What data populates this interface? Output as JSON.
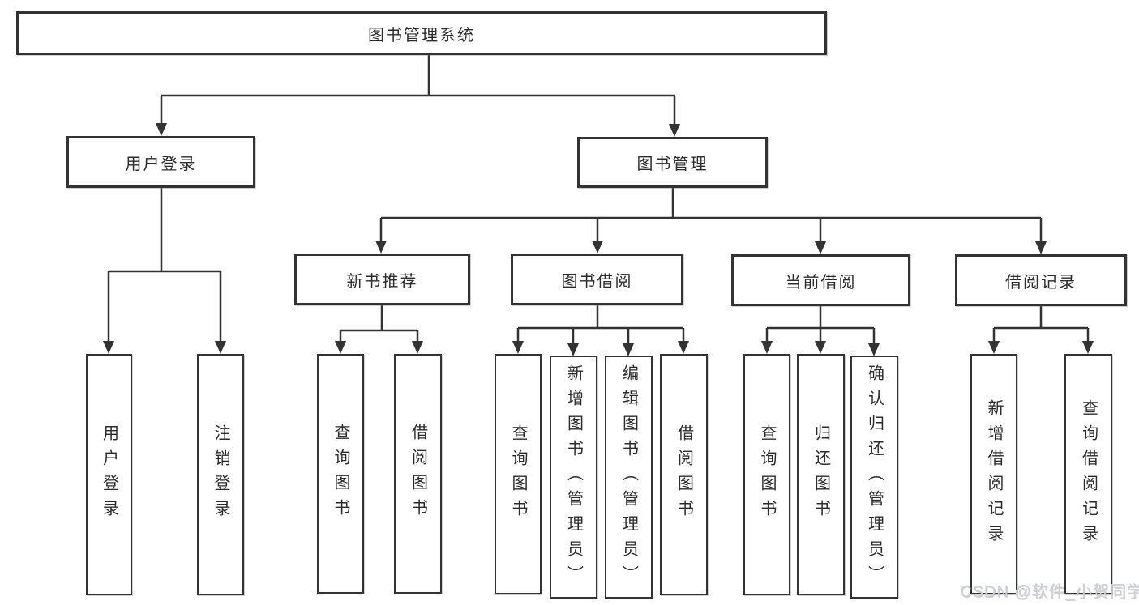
{
  "diagram": {
    "nodes": {
      "root": "图书管理系统",
      "user_login": "用户登录",
      "book_mgmt": "图书管理",
      "new_book_rec": "新书推荐",
      "book_borrow": "图书借阅",
      "current_borrow": "当前借阅",
      "borrow_records": "借阅记录",
      "leaves_user": [
        "用户登录",
        "注销登录"
      ],
      "leaves_new_book": [
        "查询图书",
        "借阅图书"
      ],
      "leaves_book_borrow": [
        "查询图书",
        "新增图书（管理员）",
        "编辑图书（管理员）",
        "借阅图书"
      ],
      "leaves_current": [
        "查询图书",
        "归还图书",
        "确认归还（管理员）"
      ],
      "leaves_records": [
        "新增借阅记录",
        "查询借阅记录"
      ]
    },
    "colors": {
      "line": "#333333",
      "text": "#2b2b2b",
      "background": "#ffffff",
      "watermark": "#cdd0d6"
    }
  },
  "watermark": "CSDN @软件_小贺同学"
}
